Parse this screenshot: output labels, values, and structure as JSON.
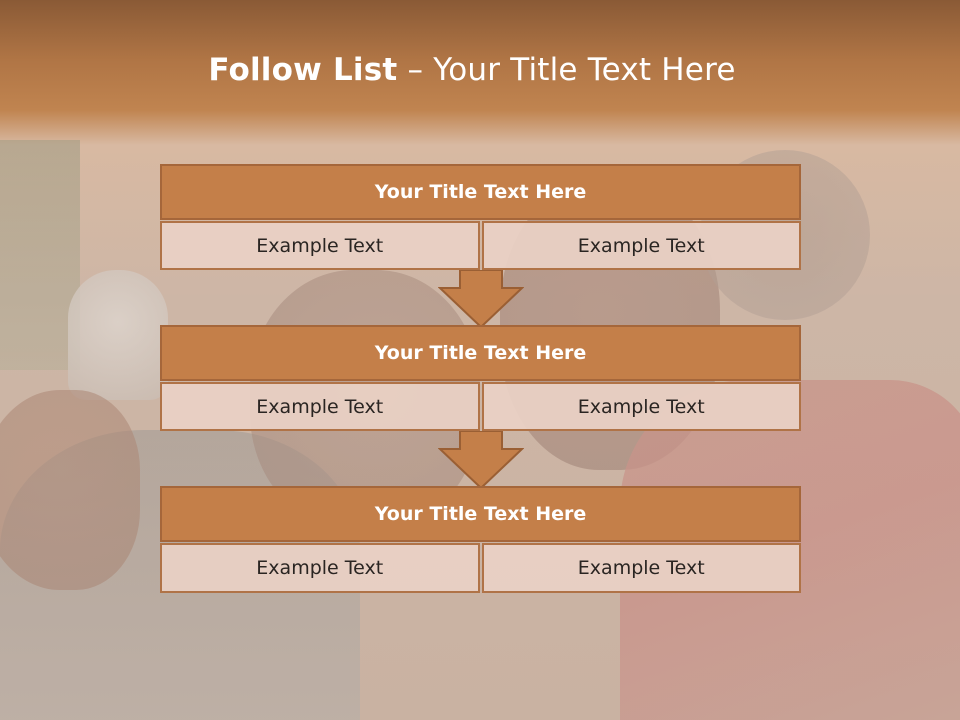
{
  "slide": {
    "title_bold": "Follow List",
    "title_rest": " – Your Title Text Here"
  },
  "blocks": [
    {
      "title": "Your Title Text Here",
      "left": "Example Text",
      "right": "Example Text"
    },
    {
      "title": "Your Title Text Here",
      "left": "Example Text",
      "right": "Example Text"
    },
    {
      "title": "Your Title Text Here",
      "left": "Example Text",
      "right": "Example Text"
    }
  ],
  "colors": {
    "header_fill": "#c47f49",
    "header_border": "#a5663a",
    "cell_fill": "#ead1c5",
    "arrow_fill": "#c47f49"
  },
  "icons": [
    "down-arrow-icon"
  ]
}
